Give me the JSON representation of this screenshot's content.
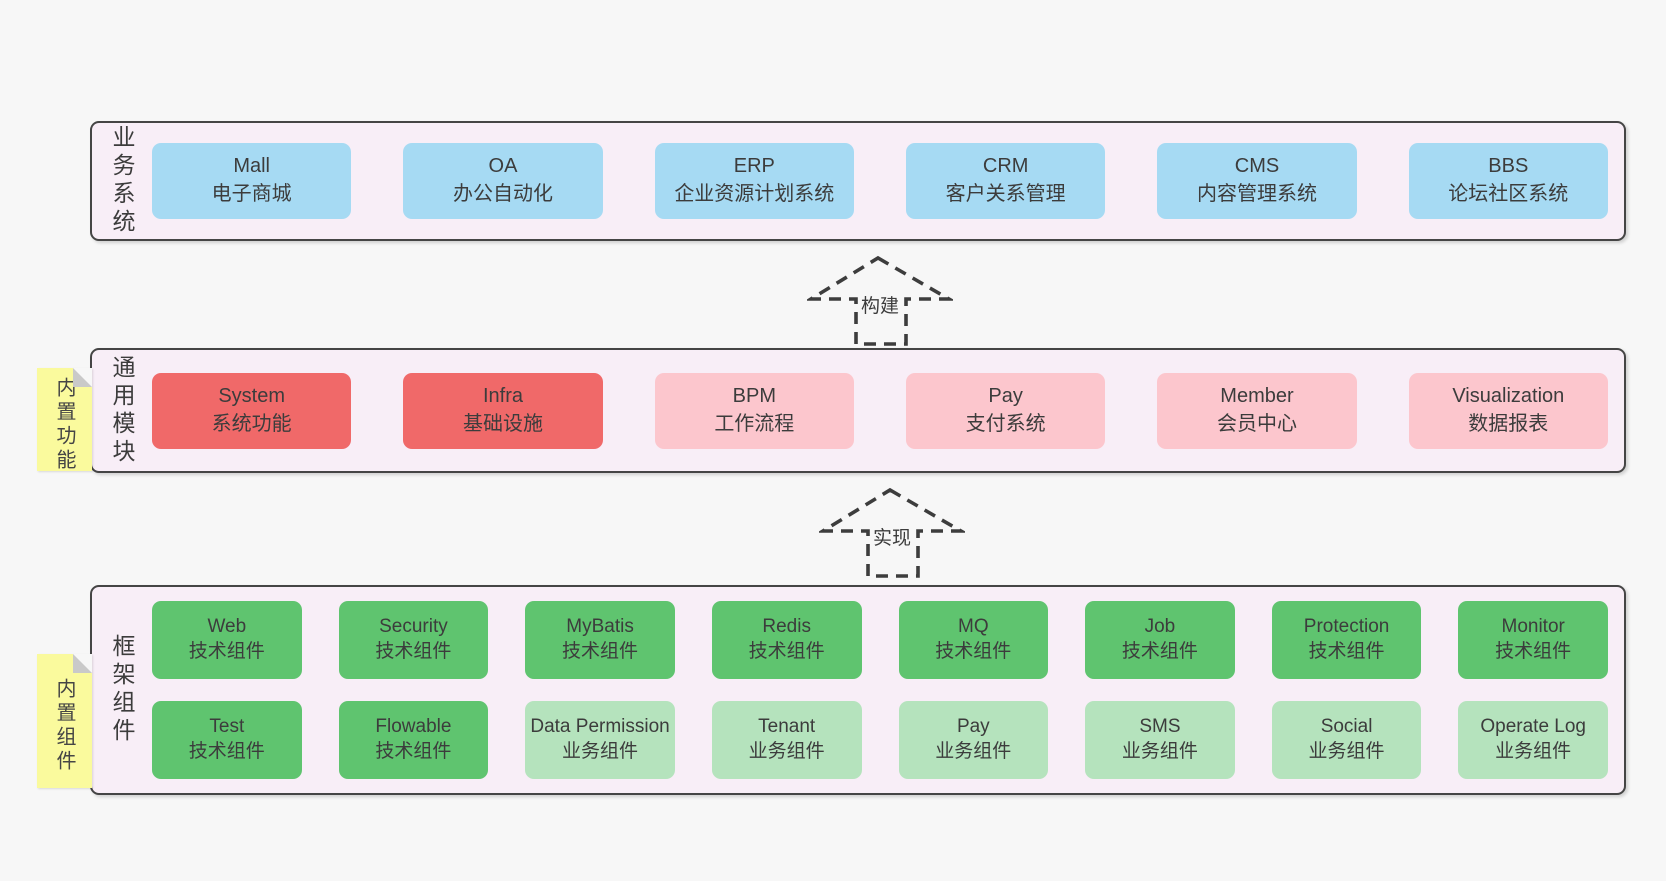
{
  "colors": {
    "band_fill": "#f8eef7",
    "blue": "#a6daf3",
    "red": "#f06969",
    "pink": "#fcc6cd",
    "green_dark": "#5fc46f",
    "green_light": "#b5e3bd",
    "sticky": "#fafa9d",
    "arrow": "#3d3d3d"
  },
  "bands": [
    {
      "id": "business-systems",
      "label": "业务系统",
      "boxes": [
        {
          "title": "Mall",
          "subtitle": "电子商城",
          "variant": "blue"
        },
        {
          "title": "OA",
          "subtitle": "办公自动化",
          "variant": "blue"
        },
        {
          "title": "ERP",
          "subtitle": "企业资源计划系统",
          "variant": "blue"
        },
        {
          "title": "CRM",
          "subtitle": "客户关系管理",
          "variant": "blue"
        },
        {
          "title": "CMS",
          "subtitle": "内容管理系统",
          "variant": "blue"
        },
        {
          "title": "BBS",
          "subtitle": "论坛社区系统",
          "variant": "blue"
        }
      ]
    },
    {
      "id": "common-modules",
      "label": "通用模块",
      "sticky": "内置功能",
      "boxes": [
        {
          "title": "System",
          "subtitle": "系统功能",
          "variant": "red"
        },
        {
          "title": "Infra",
          "subtitle": "基础设施",
          "variant": "red"
        },
        {
          "title": "BPM",
          "subtitle": "工作流程",
          "variant": "pink"
        },
        {
          "title": "Pay",
          "subtitle": "支付系统",
          "variant": "pink"
        },
        {
          "title": "Member",
          "subtitle": "会员中心",
          "variant": "pink"
        },
        {
          "title": "Visualization",
          "subtitle": "数据报表",
          "variant": "pink"
        }
      ]
    },
    {
      "id": "framework-components",
      "label": "框架组件",
      "sticky": "内置组件",
      "rows": [
        [
          {
            "title": "Web",
            "subtitle": "技术组件",
            "variant": "green-dark"
          },
          {
            "title": "Security",
            "subtitle": "技术组件",
            "variant": "green-dark"
          },
          {
            "title": "MyBatis",
            "subtitle": "技术组件",
            "variant": "green-dark"
          },
          {
            "title": "Redis",
            "subtitle": "技术组件",
            "variant": "green-dark"
          },
          {
            "title": "MQ",
            "subtitle": "技术组件",
            "variant": "green-dark"
          },
          {
            "title": "Job",
            "subtitle": "技术组件",
            "variant": "green-dark"
          },
          {
            "title": "Protection",
            "subtitle": "技术组件",
            "variant": "green-dark"
          },
          {
            "title": "Monitor",
            "subtitle": "技术组件",
            "variant": "green-dark"
          }
        ],
        [
          {
            "title": "Test",
            "subtitle": "技术组件",
            "variant": "green-dark"
          },
          {
            "title": "Flowable",
            "subtitle": "技术组件",
            "variant": "green-dark"
          },
          {
            "title": "Data Permission",
            "subtitle": "业务组件",
            "variant": "green-light"
          },
          {
            "title": "Tenant",
            "subtitle": "业务组件",
            "variant": "green-light"
          },
          {
            "title": "Pay",
            "subtitle": "业务组件",
            "variant": "green-light"
          },
          {
            "title": "SMS",
            "subtitle": "业务组件",
            "variant": "green-light"
          },
          {
            "title": "Social",
            "subtitle": "业务组件",
            "variant": "green-light"
          },
          {
            "title": "Operate Log",
            "subtitle": "业务组件",
            "variant": "green-light"
          }
        ]
      ]
    }
  ],
  "arrows": [
    {
      "label": "构建"
    },
    {
      "label": "实现"
    }
  ]
}
